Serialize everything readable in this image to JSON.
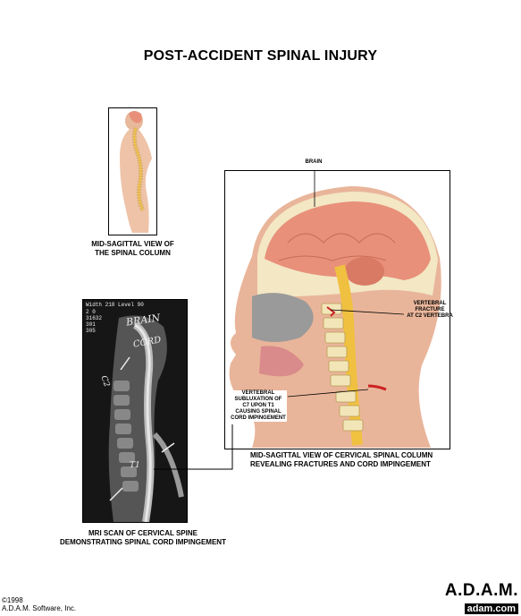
{
  "title": "POST-ACCIDENT SPINAL INJURY",
  "panels": {
    "spinal_column": {
      "caption_line1": "MID-SAGITTAL VIEW OF",
      "caption_line2": "THE SPINAL COLUMN"
    },
    "mri": {
      "caption_line1": "MRI SCAN OF CERVICAL SPINE",
      "caption_line2": "DEMONSTRATING SPINAL CORD IMPINGEMENT",
      "header_text": "Width  218 Level  90",
      "side_values": [
        "2    0",
        "31632",
        "301",
        "305"
      ],
      "handwritten": {
        "brain": "BRAIN",
        "cord": "CORD",
        "c2": "C2",
        "t1": "T1"
      }
    },
    "cervical": {
      "caption_line1": "MID-SAGITTAL VIEW OF CERVICAL SPINAL COLUMN",
      "caption_line2": "REVEALING FRACTURES AND CORD IMPINGEMENT",
      "label_brain": "BRAIN",
      "label_fracture": [
        "VERTEBRAL",
        "FRACTURE",
        "AT C2 VERTEBRA"
      ],
      "label_subluxation": [
        "VERTEBRAL",
        "SUBLUXATION OF",
        "C7 UPON T1",
        "CAUSING SPINAL",
        "CORD IMPINGEMENT"
      ]
    }
  },
  "footer": {
    "copyright_line1": "©1998",
    "copyright_line2": "A.D.A.M. Software, Inc.",
    "logo_text": "A.D.A.M.",
    "logo_domain": "adam.com"
  },
  "colors": {
    "brain": "#e8907a",
    "cord": "#f0c040",
    "bone": "#f2e6b8",
    "mri_dark": "#1a1a1a",
    "fracture": "#cc2222"
  }
}
